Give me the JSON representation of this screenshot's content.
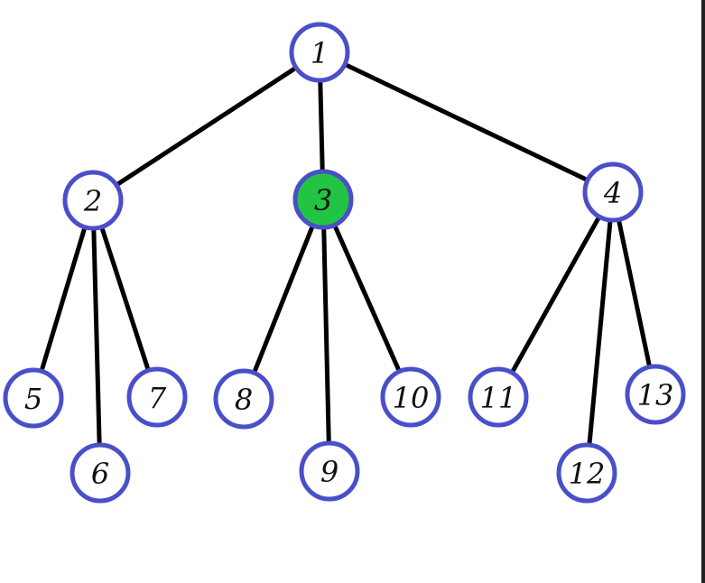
{
  "tree": {
    "colors": {
      "node_stroke": "#4a4fc9",
      "node_fill": "#ffffff",
      "highlight_fill": "#22c444",
      "edge": "#000000"
    },
    "nodes": [
      {
        "id": "1",
        "label": "1",
        "highlighted": false
      },
      {
        "id": "2",
        "label": "2",
        "highlighted": false
      },
      {
        "id": "3",
        "label": "3",
        "highlighted": true
      },
      {
        "id": "4",
        "label": "4",
        "highlighted": false
      },
      {
        "id": "5",
        "label": "5",
        "highlighted": false
      },
      {
        "id": "6",
        "label": "6",
        "highlighted": false
      },
      {
        "id": "7",
        "label": "7",
        "highlighted": false
      },
      {
        "id": "8",
        "label": "8",
        "highlighted": false
      },
      {
        "id": "9",
        "label": "9",
        "highlighted": false
      },
      {
        "id": "10",
        "label": "10",
        "highlighted": false
      },
      {
        "id": "11",
        "label": "11",
        "highlighted": false
      },
      {
        "id": "12",
        "label": "12",
        "highlighted": false
      },
      {
        "id": "13",
        "label": "13",
        "highlighted": false
      }
    ],
    "edges": [
      [
        "1",
        "2"
      ],
      [
        "1",
        "3"
      ],
      [
        "1",
        "4"
      ],
      [
        "2",
        "5"
      ],
      [
        "2",
        "6"
      ],
      [
        "2",
        "7"
      ],
      [
        "3",
        "8"
      ],
      [
        "3",
        "9"
      ],
      [
        "3",
        "10"
      ],
      [
        "4",
        "11"
      ],
      [
        "4",
        "12"
      ],
      [
        "4",
        "13"
      ]
    ]
  }
}
